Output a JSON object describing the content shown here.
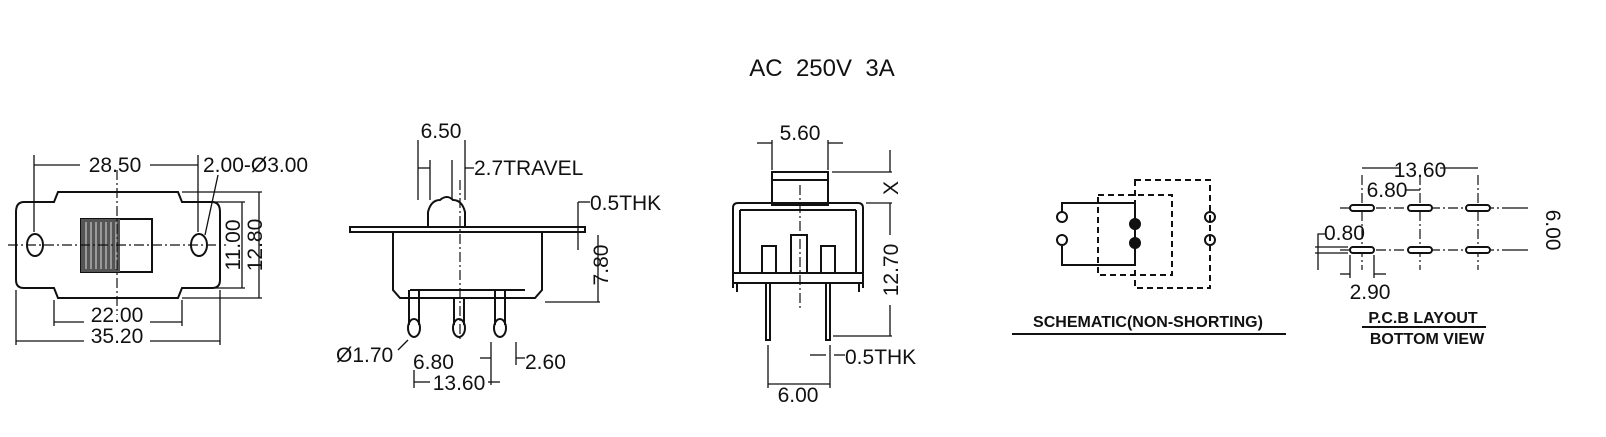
{
  "title": "AC  250V  3A",
  "top_view": {
    "dim_hole_pitch": "28.50",
    "dim_holes": "2.00-Ø3.00",
    "dim_inner_height": "11.00",
    "dim_outer_height": "12.80",
    "dim_body_width": "22.00",
    "dim_total_width": "35.20"
  },
  "side_view": {
    "dim_actuator": "6.50",
    "dim_travel": "2.7TRAVEL",
    "dim_thickness": "0.5THK",
    "dim_height": "7.80",
    "dim_pin_diameter": "Ø1.70",
    "dim_pin_pitch": "6.80",
    "dim_pin_span": "13.60",
    "dim_pin_width": "2.60"
  },
  "front_view": {
    "dim_actuator_width": "5.60",
    "dim_x": "X",
    "dim_height": "12.70",
    "dim_pin_thickness": "0.5THK",
    "dim_pin_spacing": "6.00"
  },
  "schematic": {
    "label": "SCHEMATIC(NON-SHORTING)"
  },
  "pcb": {
    "dim_span": "13.60",
    "dim_pitch": "6.80",
    "dim_pad": "0.80",
    "dim_pad_len": "2.90",
    "dim_row": "6.00",
    "label_1": "P.C.B LAYOUT",
    "label_2": "BOTTOM VIEW"
  }
}
